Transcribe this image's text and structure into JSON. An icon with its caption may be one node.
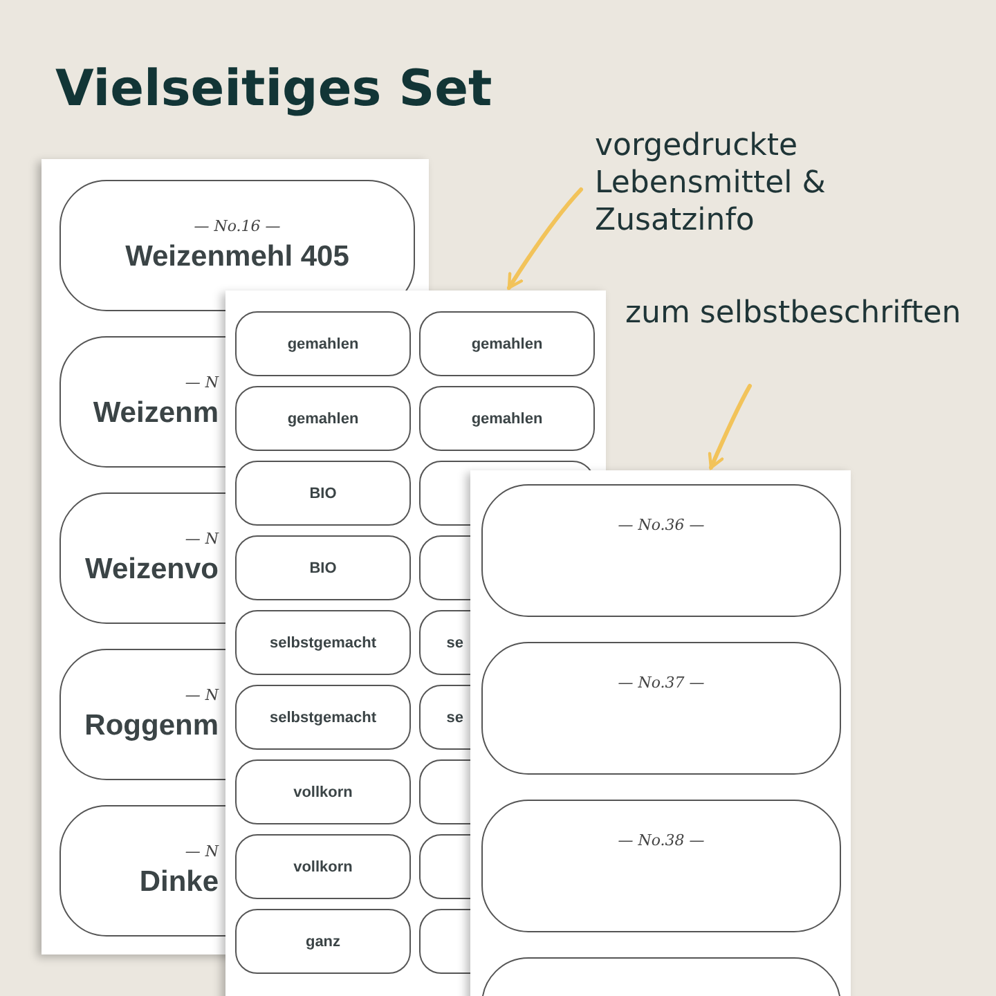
{
  "diagram": {
    "title": "Vielseitiges Set",
    "nodes": [
      {
        "text": [],
        "shape": "box"
      },
      {
        "text": [
          "— No.16 —",
          "Weizenmehl 405"
        ],
        "in": 0
      },
      {
        "text": [
          "— N",
          "Weizenm"
        ],
        "in": 0
      },
      {
        "text": [
          "— N",
          "Weizenvo"
        ],
        "in": 0
      },
      {
        "text": [
          "— N",
          "Roggenm"
        ],
        "in": 0
      },
      {
        "text": [
          "— N",
          "Dinke"
        ],
        "in": 0
      },
      {
        "text": [],
        "shape": "box"
      },
      {
        "text": [
          "gemahlen"
        ]
      },
      {
        "text": [
          "gemahlen"
        ],
        "in": 6
      },
      {
        "text": [
          "gemahlen"
        ]
      },
      {
        "text": [
          "gemahlen"
        ],
        "in": 6
      },
      {
        "text": [
          "BIO"
        ]
      },
      {
        "text": [],
        "shape": "box",
        "in": 6
      },
      {
        "text": [
          "BIO"
        ]
      },
      {
        "text": [],
        "shape": "box",
        "in": 6
      },
      {
        "text": [
          "selbstgemacht"
        ]
      },
      {
        "text": [
          "se"
        ],
        "in": 6
      },
      {
        "text": [
          "selbstgemacht"
        ]
      },
      {
        "text": [
          "se"
        ],
        "in": 6
      },
      {
        "text": [
          "vollkorn"
        ]
      },
      {
        "text": [],
        "shape": "box",
        "in": 6
      },
      {
        "text": [
          "vollkorn"
        ]
      },
      {
        "text": [],
        "shape": "box",
        "in": 6
      },
      {
        "text": [
          "ganz"
        ],
        "in": 6
      },
      {
        "text": [],
        "shape": "box",
        "in": 6
      },
      {
        "text": [],
        "shape": "box"
      },
      {
        "text": [
          "— No.36 —"
        ],
        "in": 25
      },
      {
        "text": [
          "— No.37 —"
        ],
        "in": 25
      },
      {
        "text": [
          "— No.38 —"
        ],
        "in": 25
      },
      {
        "text": [],
        "shape": "box"
      },
      {
        "text": [
          "vorgedruckte Lebensmittel & Zusatzinfo"
        ]
      },
      {
        "text": [
          "zum selbstbeschriften"
        ]
      }
    ],
    "edges": [
      {
        "from": 30,
        "to": 6,
        "arrow": "to"
      },
      {
        "from": 31,
        "to": 25,
        "arrow": "to"
      }
    ]
  }
}
